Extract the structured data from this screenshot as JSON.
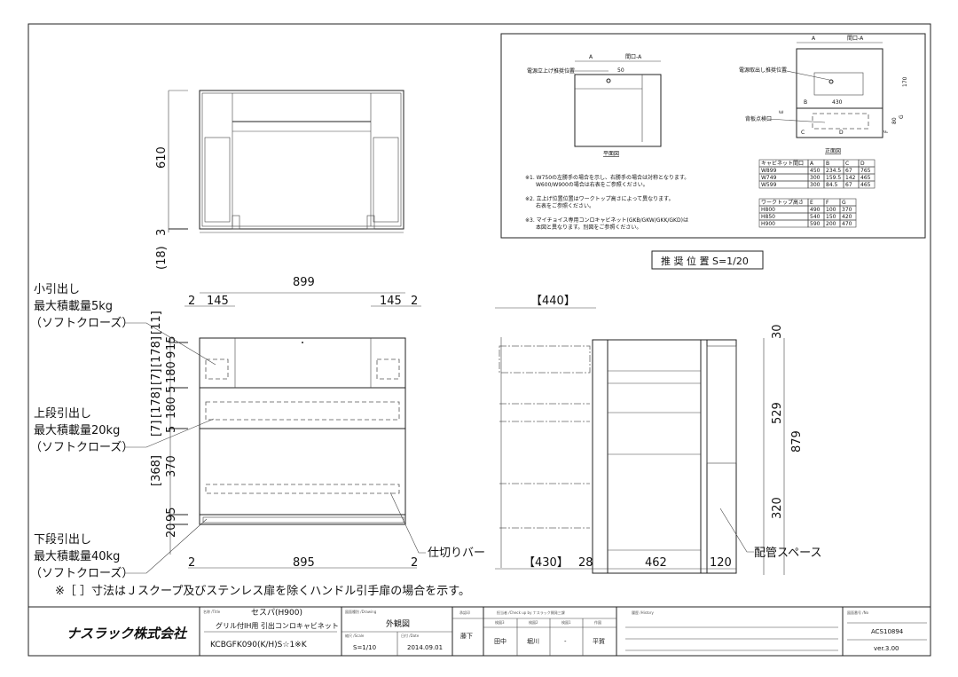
{
  "title_block": {
    "company": "ナスラック株式会社",
    "name_label": "名称 /Title",
    "product_name": "セスパ(H900)",
    "product_desc": "グリル付IH用 引出コンロキャビネット",
    "model": "KCBGFK090(K/H)S☆1※K",
    "drawing_label": "図面種別 /Drawing",
    "drawing_type": "外観図",
    "scale_label": "縮尺 /Scale",
    "scale": "S=1/10",
    "date_label": "日付 /Date",
    "date": "2014.09.01",
    "approval_label": "承認印",
    "approver": "藤下",
    "check_label": "担当者 /Check up by ナスラック開発三課",
    "check_cols": [
      "検図3",
      "検図2",
      "検図1",
      "作図"
    ],
    "check_names": [
      "田中",
      "堀川",
      "-",
      "平賀"
    ],
    "history_label": "履歴 /History",
    "no_label": "図面番号 /No",
    "drawing_no": "ACS10894",
    "version": "ver.3.00"
  },
  "plan_view": {
    "dims": [
      "610",
      "3",
      "(18)"
    ]
  },
  "front_view": {
    "top_dims": [
      "899",
      "2",
      "145",
      "145",
      "2"
    ],
    "bottom_dims": [
      "2",
      "895",
      "2"
    ],
    "vertical_dims": [
      "15",
      "9",
      "180",
      "5",
      "180",
      "5",
      "370",
      "95",
      "20"
    ],
    "bracket_dims": [
      "[11]",
      "[178]",
      "[7]",
      "[178]",
      "[7]",
      "[368]"
    ],
    "callouts": [
      {
        "line1": "小引出し",
        "line2": "最大積載量5kg",
        "line3": "（ソフトクローズ）"
      },
      {
        "line1": "上段引出し",
        "line2": "最大積載量20kg",
        "line3": "（ソフトクローズ）"
      },
      {
        "line1": "下段引出し",
        "line2": "最大積載量40kg",
        "line3": "（ソフトクローズ）"
      }
    ],
    "divider_bar": "仕切りバー"
  },
  "side_view": {
    "top_dim": "【440】",
    "bottom_dims": [
      "【430】",
      "28",
      "462",
      "120"
    ],
    "vertical_dims": [
      "30",
      "529",
      "879",
      "320"
    ],
    "piping_space": "配管スペース"
  },
  "note": "※［ ］寸法はＪスクープ及びステンレス扉を除くハンドル引手扉の場合を示す。",
  "recommended": {
    "label": "推 奨 位 置 S=1/20",
    "plan_title": "平面図",
    "front_title": "正面図",
    "plan_callout": "電源立上げ推奨位置",
    "front_callout": "電源取出し推奨位置",
    "back_callout": "背板点検口",
    "opening_label": "間口-A",
    "letters": [
      "A",
      "B",
      "C",
      "D",
      "E",
      "F",
      "G"
    ],
    "dim_430": "430",
    "dim_170": "170",
    "dim_80": "80",
    "dim_50": "50",
    "notes": [
      "※1. W750の左勝手の場合を示し、右勝手の場合は対称となります。",
      "W600/W900の場合は右表をご参照ください。",
      "※2. 立上げ位置位置はワークトップ高さによって異なります。",
      "右表をご参照ください。",
      "※3. マイチョイス専用コンロキャビネット(GKB/GKW/GKK/GKD)は",
      "本図と異なります。別図をご参照ください。"
    ],
    "table1": {
      "headers": [
        "キャビネット間口",
        "A",
        "B",
        "C",
        "D"
      ],
      "rows": [
        [
          "W899",
          "450",
          "234.5",
          "67",
          "765"
        ],
        [
          "W749",
          "300",
          "159.5",
          "142",
          "465"
        ],
        [
          "W599",
          "300",
          "84.5",
          "67",
          "465"
        ]
      ]
    },
    "table2": {
      "headers": [
        "ワークトップ高さ",
        "E",
        "F",
        "G"
      ],
      "rows": [
        [
          "H800",
          "490",
          "100",
          "370"
        ],
        [
          "H850",
          "540",
          "150",
          "420"
        ],
        [
          "H900",
          "590",
          "200",
          "470"
        ]
      ]
    }
  }
}
